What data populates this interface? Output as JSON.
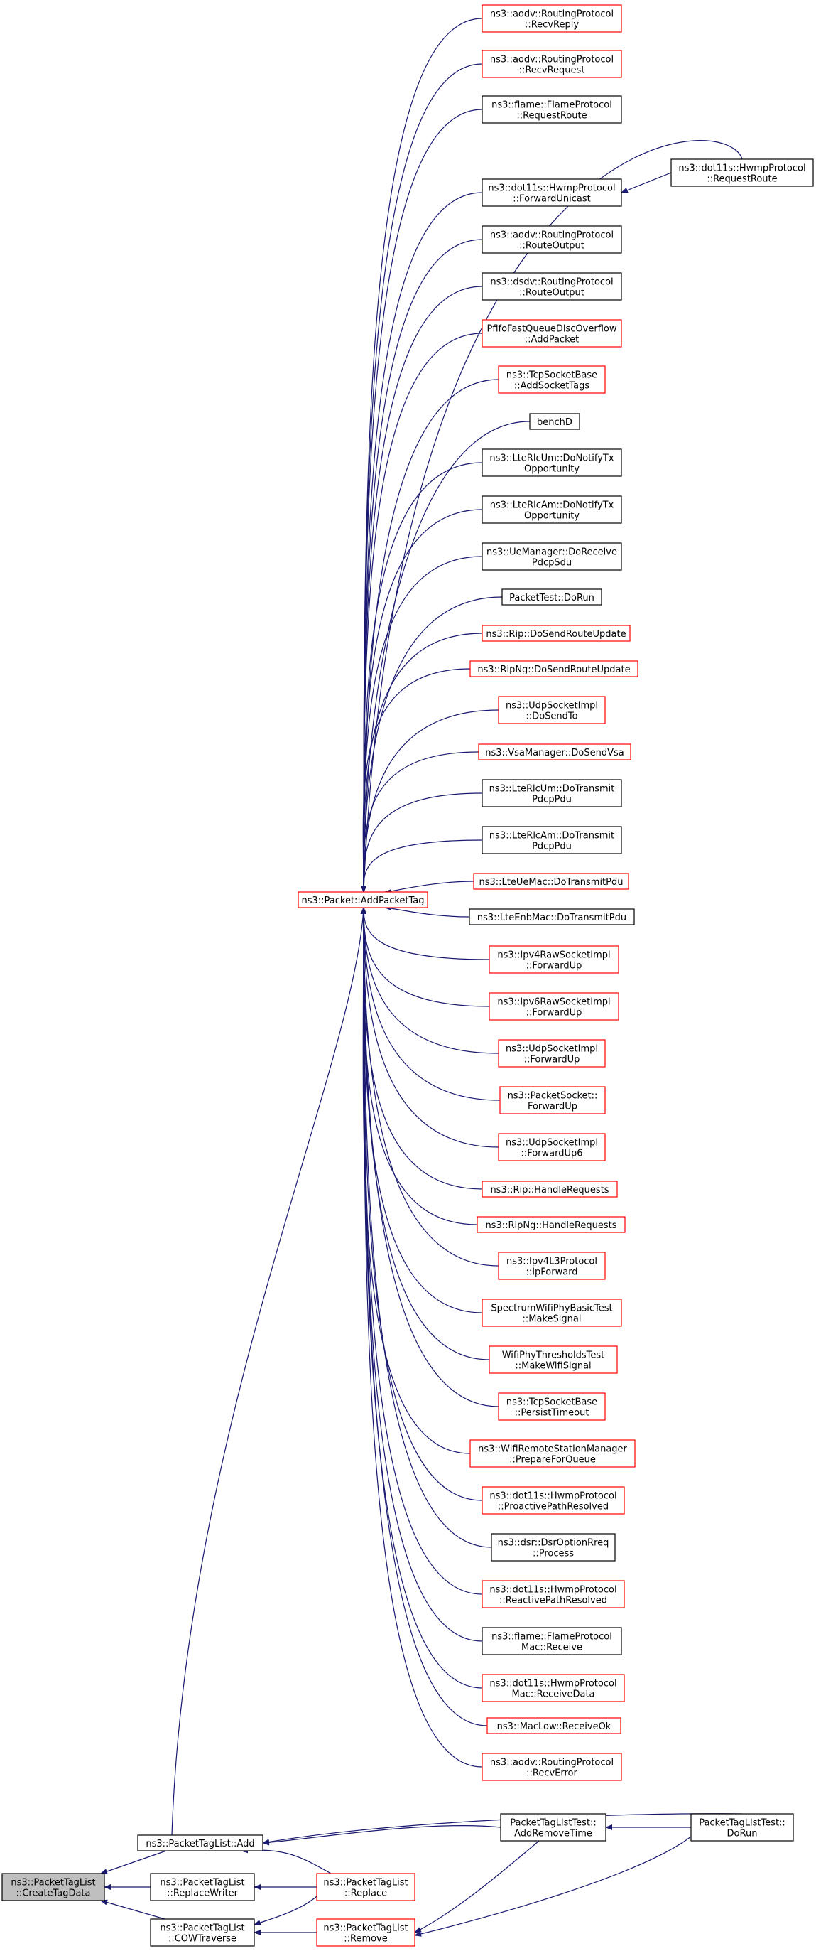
{
  "colors": {
    "edge": "#191970",
    "red_border": "#ff0000",
    "black_border": "#000000",
    "root_fill": "#bfbfbf"
  },
  "nodes": {
    "create_tag_data": {
      "lines": [
        "ns3::PacketTagList",
        "::CreateTagData"
      ],
      "style": "root"
    },
    "tag_list_add": {
      "lines": [
        "ns3::PacketTagList::Add"
      ],
      "style": "black"
    },
    "replace_writer": {
      "lines": [
        "ns3::PacketTagList",
        "::ReplaceWriter"
      ],
      "style": "black"
    },
    "cow_traverse": {
      "lines": [
        "ns3::PacketTagList",
        "::COWTraverse"
      ],
      "style": "black"
    },
    "add_packet_tag": {
      "lines": [
        "ns3::Packet::AddPacketTag"
      ],
      "style": "red"
    },
    "tag_list_replace": {
      "lines": [
        "ns3::PacketTagList",
        "::Replace"
      ],
      "style": "red"
    },
    "tag_list_remove": {
      "lines": [
        "ns3::PacketTagList",
        "::Remove"
      ],
      "style": "red"
    },
    "add_remove_time": {
      "lines": [
        "PacketTagListTest::",
        "AddRemoveTime"
      ],
      "style": "black"
    },
    "tag_list_test_dorun": {
      "lines": [
        "PacketTagListTest::",
        "DoRun"
      ],
      "style": "black"
    },
    "hwmp_request_route": {
      "lines": [
        "ns3::dot11s::HwmpProtocol",
        "::RequestRoute"
      ],
      "style": "black"
    },
    "callers": [
      {
        "lines": [
          "ns3::aodv::RoutingProtocol",
          "::RecvReply"
        ],
        "style": "red"
      },
      {
        "lines": [
          "ns3::aodv::RoutingProtocol",
          "::RecvRequest"
        ],
        "style": "red"
      },
      {
        "lines": [
          "ns3::flame::FlameProtocol",
          "::RequestRoute"
        ],
        "style": "black"
      },
      {
        "lines": [
          "ns3::dot11s::HwmpProtocol",
          "::ForwardUnicast"
        ],
        "style": "black"
      },
      {
        "lines": [
          "ns3::aodv::RoutingProtocol",
          "::RouteOutput"
        ],
        "style": "black"
      },
      {
        "lines": [
          "ns3::dsdv::RoutingProtocol",
          "::RouteOutput"
        ],
        "style": "black"
      },
      {
        "lines": [
          "PfifoFastQueueDiscOverflow",
          "::AddPacket"
        ],
        "style": "red"
      },
      {
        "lines": [
          "ns3::TcpSocketBase",
          "::AddSocketTags"
        ],
        "style": "red"
      },
      {
        "lines": [
          "benchD"
        ],
        "style": "black"
      },
      {
        "lines": [
          "ns3::LteRlcUm::DoNotifyTx",
          "Opportunity"
        ],
        "style": "black"
      },
      {
        "lines": [
          "ns3::LteRlcAm::DoNotifyTx",
          "Opportunity"
        ],
        "style": "black"
      },
      {
        "lines": [
          "ns3::UeManager::DoReceive",
          "PdcpSdu"
        ],
        "style": "black"
      },
      {
        "lines": [
          "PacketTest::DoRun"
        ],
        "style": "black"
      },
      {
        "lines": [
          "ns3::Rip::DoSendRouteUpdate"
        ],
        "style": "red"
      },
      {
        "lines": [
          "ns3::RipNg::DoSendRouteUpdate"
        ],
        "style": "red"
      },
      {
        "lines": [
          "ns3::UdpSocketImpl",
          "::DoSendTo"
        ],
        "style": "red"
      },
      {
        "lines": [
          "ns3::VsaManager::DoSendVsa"
        ],
        "style": "red"
      },
      {
        "lines": [
          "ns3::LteRlcUm::DoTransmit",
          "PdcpPdu"
        ],
        "style": "black"
      },
      {
        "lines": [
          "ns3::LteRlcAm::DoTransmit",
          "PdcpPdu"
        ],
        "style": "black"
      },
      {
        "lines": [
          "ns3::LteUeMac::DoTransmitPdu"
        ],
        "style": "red"
      },
      {
        "lines": [
          "ns3::LteEnbMac::DoTransmitPdu"
        ],
        "style": "black"
      },
      {
        "lines": [
          "ns3::Ipv4RawSocketImpl",
          "::ForwardUp"
        ],
        "style": "red"
      },
      {
        "lines": [
          "ns3::Ipv6RawSocketImpl",
          "::ForwardUp"
        ],
        "style": "red"
      },
      {
        "lines": [
          "ns3::UdpSocketImpl",
          "::ForwardUp"
        ],
        "style": "red"
      },
      {
        "lines": [
          "ns3::PacketSocket::",
          "ForwardUp"
        ],
        "style": "red"
      },
      {
        "lines": [
          "ns3::UdpSocketImpl",
          "::ForwardUp6"
        ],
        "style": "red"
      },
      {
        "lines": [
          "ns3::Rip::HandleRequests"
        ],
        "style": "red"
      },
      {
        "lines": [
          "ns3::RipNg::HandleRequests"
        ],
        "style": "red"
      },
      {
        "lines": [
          "ns3::Ipv4L3Protocol",
          "::IpForward"
        ],
        "style": "red"
      },
      {
        "lines": [
          "SpectrumWifiPhyBasicTest",
          "::MakeSignal"
        ],
        "style": "red"
      },
      {
        "lines": [
          "WifiPhyThresholdsTest",
          "::MakeWifiSignal"
        ],
        "style": "red"
      },
      {
        "lines": [
          "ns3::TcpSocketBase",
          "::PersistTimeout"
        ],
        "style": "red"
      },
      {
        "lines": [
          "ns3::WifiRemoteStationManager",
          "::PrepareForQueue"
        ],
        "style": "red"
      },
      {
        "lines": [
          "ns3::dot11s::HwmpProtocol",
          "::ProactivePathResolved"
        ],
        "style": "red"
      },
      {
        "lines": [
          "ns3::dsr::DsrOptionRreq",
          "::Process"
        ],
        "style": "black"
      },
      {
        "lines": [
          "ns3::dot11s::HwmpProtocol",
          "::ReactivePathResolved"
        ],
        "style": "red"
      },
      {
        "lines": [
          "ns3::flame::FlameProtocol",
          "Mac::Receive"
        ],
        "style": "black"
      },
      {
        "lines": [
          "ns3::dot11s::HwmpProtocol",
          "Mac::ReceiveData"
        ],
        "style": "red"
      },
      {
        "lines": [
          "ns3::MacLow::ReceiveOk"
        ],
        "style": "red"
      },
      {
        "lines": [
          "ns3::aodv::RoutingProtocol",
          "::RecvError"
        ],
        "style": "red"
      }
    ]
  }
}
